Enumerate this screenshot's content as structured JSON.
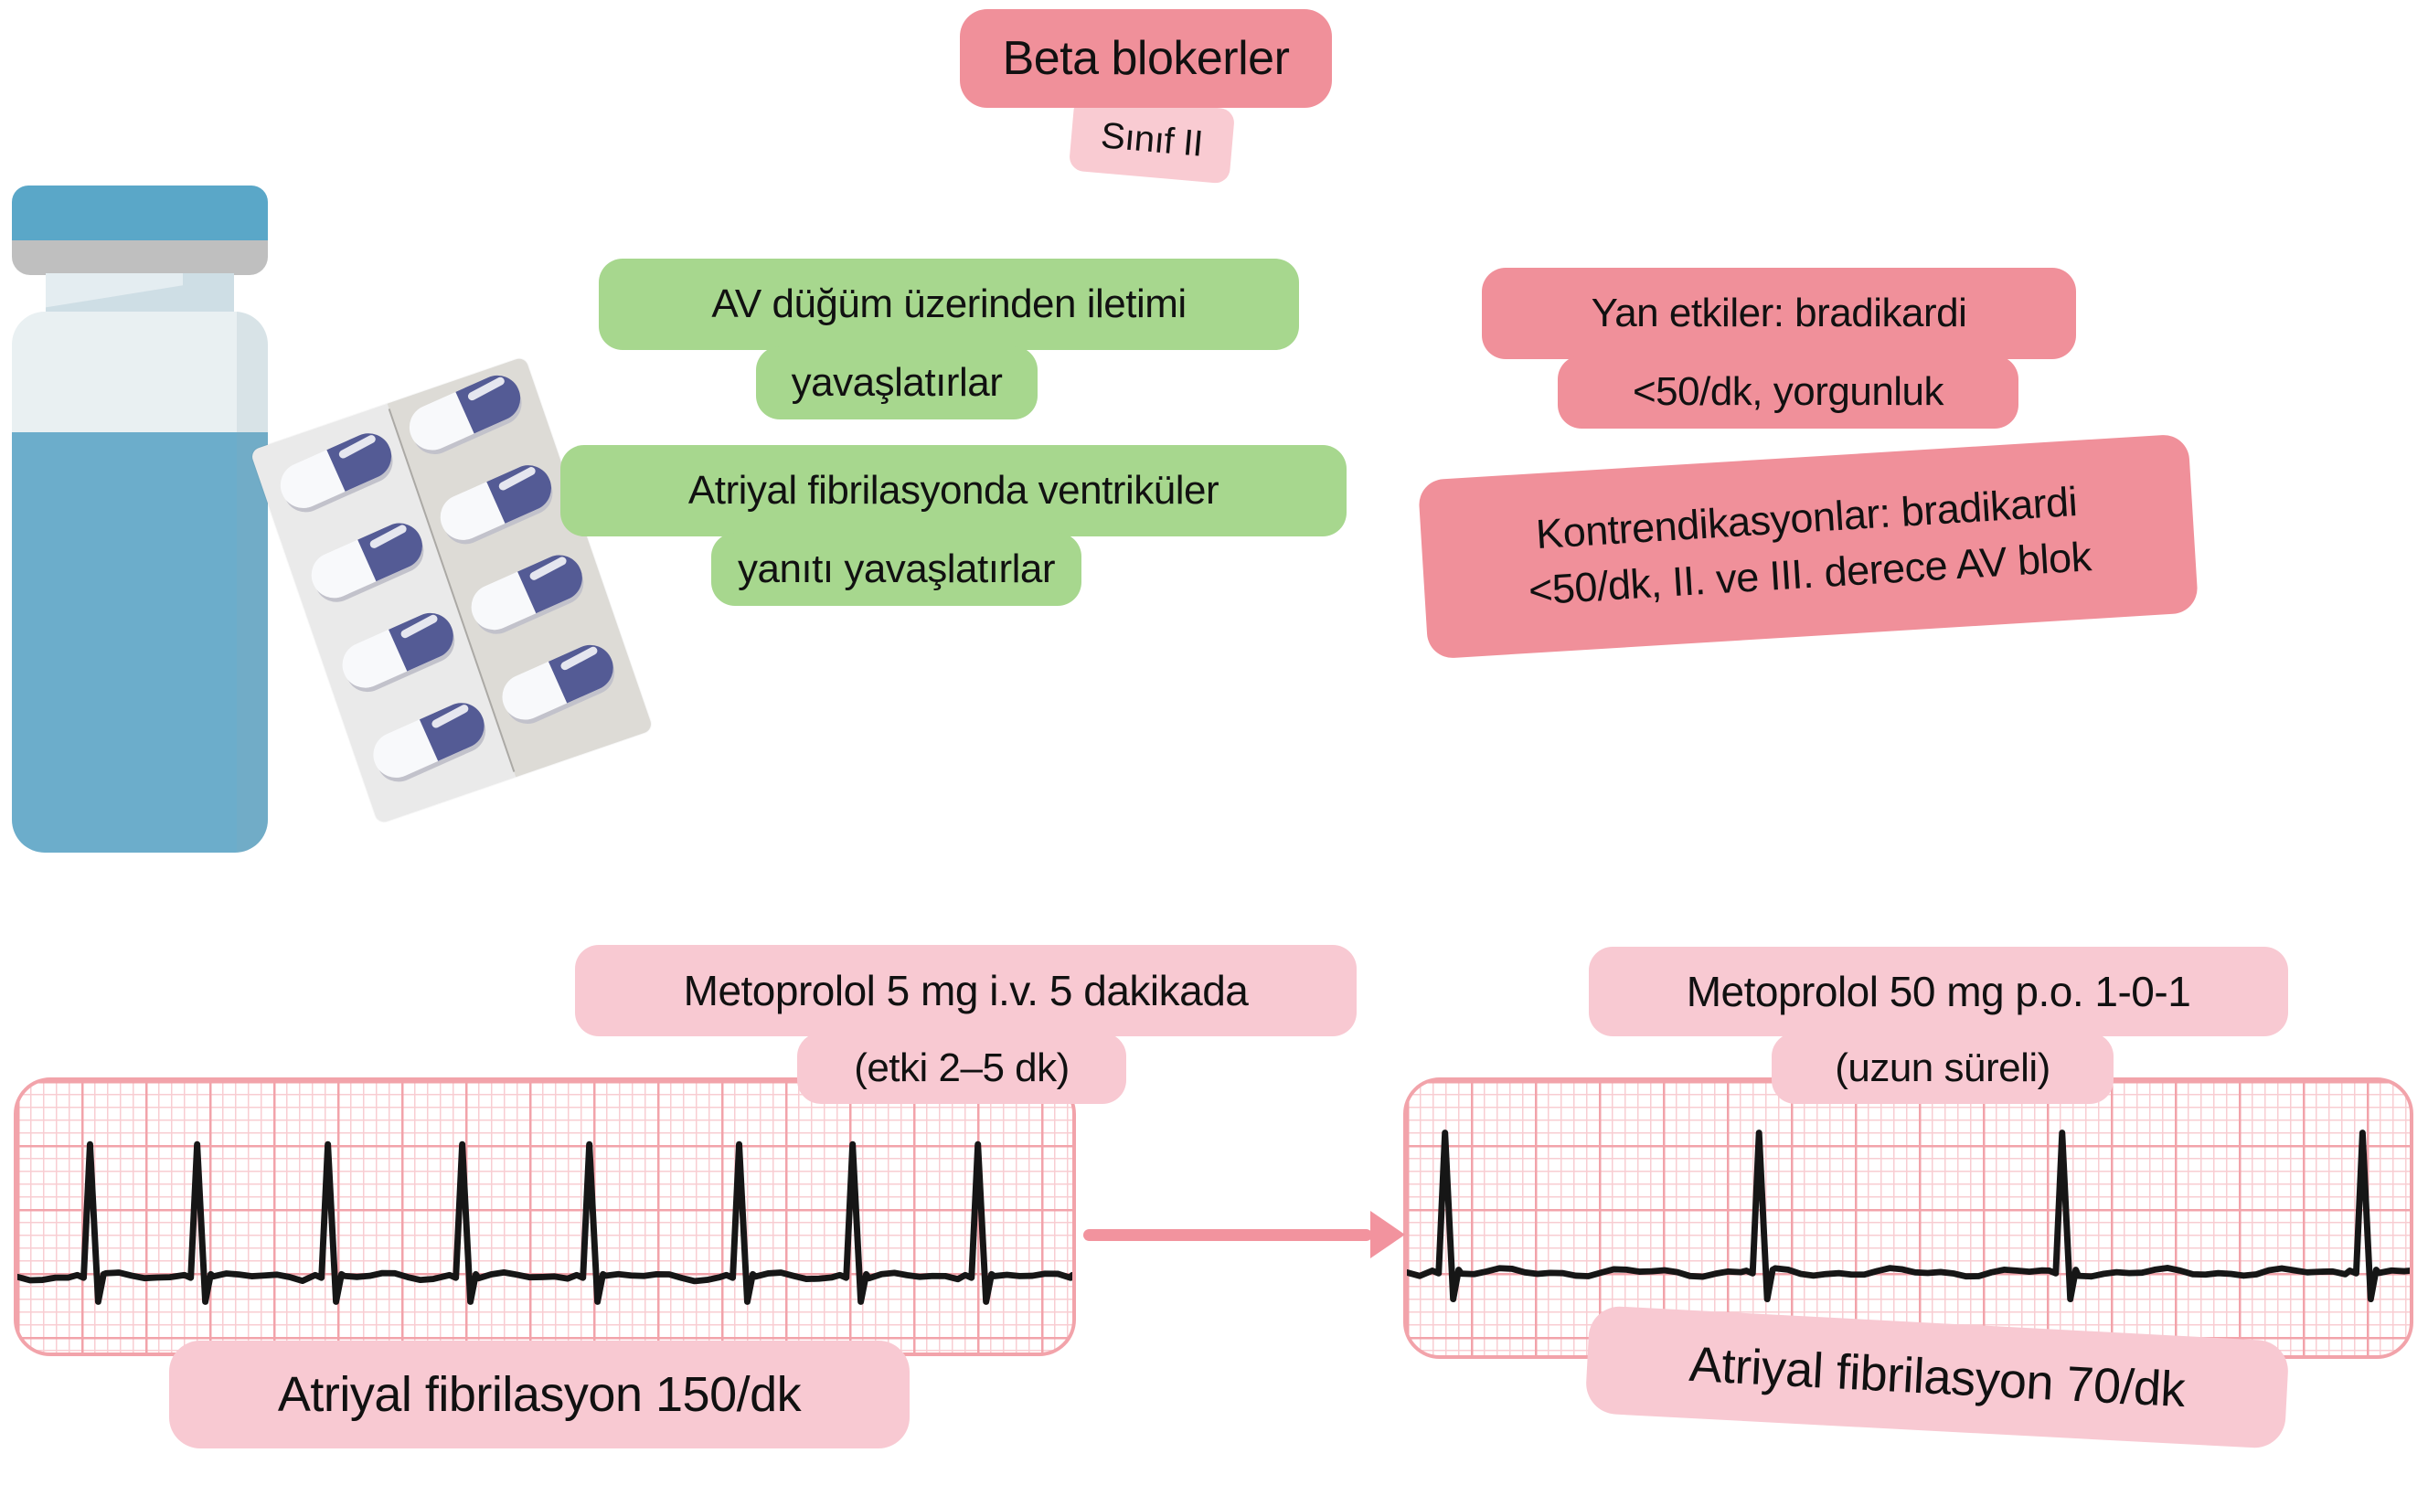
{
  "title": {
    "text": "Beta blokerler"
  },
  "class_badge": {
    "text": "Sınıf II"
  },
  "effects": [
    {
      "line1": "AV düğüm üzerinden iletimi",
      "line2": "yavaşlatırlar"
    },
    {
      "line1": "Atriyal fibrilasyonda ventriküler",
      "line2": "yanıtı yavaşlatırlar"
    }
  ],
  "side_effects": {
    "line1": "Yan etkiler: bradikardi",
    "line2": "<50/dk, yorgunluk"
  },
  "contraindications": {
    "line1": "Kontrendikasyonlar: bradikardi",
    "line2": "<50/dk, II. ve III. derece AV blok"
  },
  "ecg_before": {
    "drug_line1": "Metoprolol 5 mg i.v. 5 dakikada",
    "drug_line2": "(etki 2–5 dk)",
    "caption": "Atriyal fibrilasyon 150/dk",
    "rate_per_min": 150,
    "rhythm": "atrial-fibrillation-fast",
    "beat_x": [
      80,
      198,
      342,
      490,
      630,
      795,
      920,
      1058
    ]
  },
  "ecg_after": {
    "drug_line1": "Metoprolol 50 mg p.o. 1-0-1",
    "drug_line2": "(uzun süreli)",
    "caption": "Atriyal fibrilasyon 70/dk",
    "rate_per_min": 70,
    "rhythm": "atrial-fibrillation-controlled",
    "beat_x": [
      42,
      388,
      722,
      1053
    ]
  },
  "colors": {
    "salmon": "#F0909A",
    "pink-light": "#F9CBD2",
    "pink-label": "#F8C9D2",
    "green": "#A7D78E",
    "grid-major": "#F2A3AA",
    "grid-minor": "#F8CDD2",
    "arrow": "#F2939E",
    "trace": "#161616",
    "vial-blue": "#5AA7C8",
    "vial-liquid": "#6CADCB",
    "vial-gray": "#BFBFBF",
    "vial-glass": "#E9F0F2",
    "vial-neck": "#CEDEE5",
    "capsule-navy": "#545B95",
    "blister-light": "#EAEAEA",
    "blister-dark": "#DDDBD6"
  }
}
